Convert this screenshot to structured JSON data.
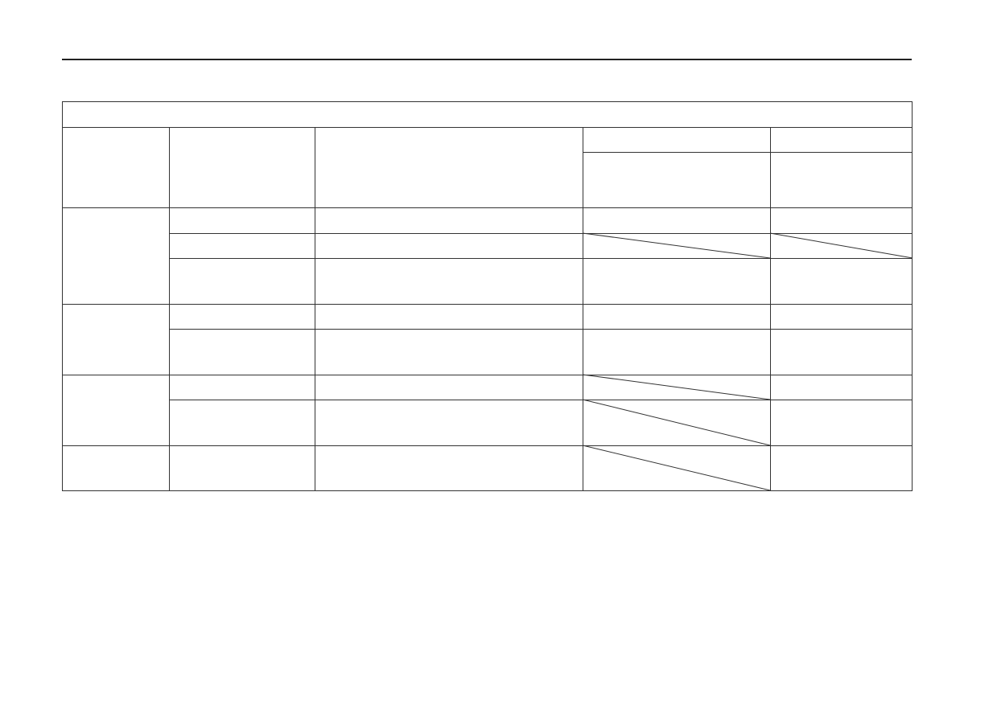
{
  "document": {
    "table": {
      "title": "",
      "column_headers": [
        "",
        "",
        "",
        "",
        ""
      ],
      "subheaders": [
        "",
        ""
      ],
      "rows": [
        [
          "",
          "",
          "",
          "",
          ""
        ],
        [
          "",
          "",
          "",
          "",
          ""
        ],
        [
          "",
          "",
          "",
          "",
          ""
        ],
        [
          "",
          "",
          "",
          "",
          ""
        ],
        [
          "",
          "",
          "",
          "",
          ""
        ],
        [
          "",
          "",
          "",
          "",
          ""
        ],
        [
          "",
          "",
          "",
          "",
          ""
        ],
        [
          "",
          "",
          "",
          "",
          ""
        ]
      ],
      "group_labels": [
        "",
        "",
        "",
        ""
      ],
      "slashed_cells": [
        {
          "row": 1,
          "col": 3
        },
        {
          "row": 1,
          "col": 4
        },
        {
          "row": 5,
          "col": 3
        },
        {
          "row": 6,
          "col": 3
        },
        {
          "row": 7,
          "col": 3
        }
      ],
      "line_color": "#333333"
    }
  }
}
